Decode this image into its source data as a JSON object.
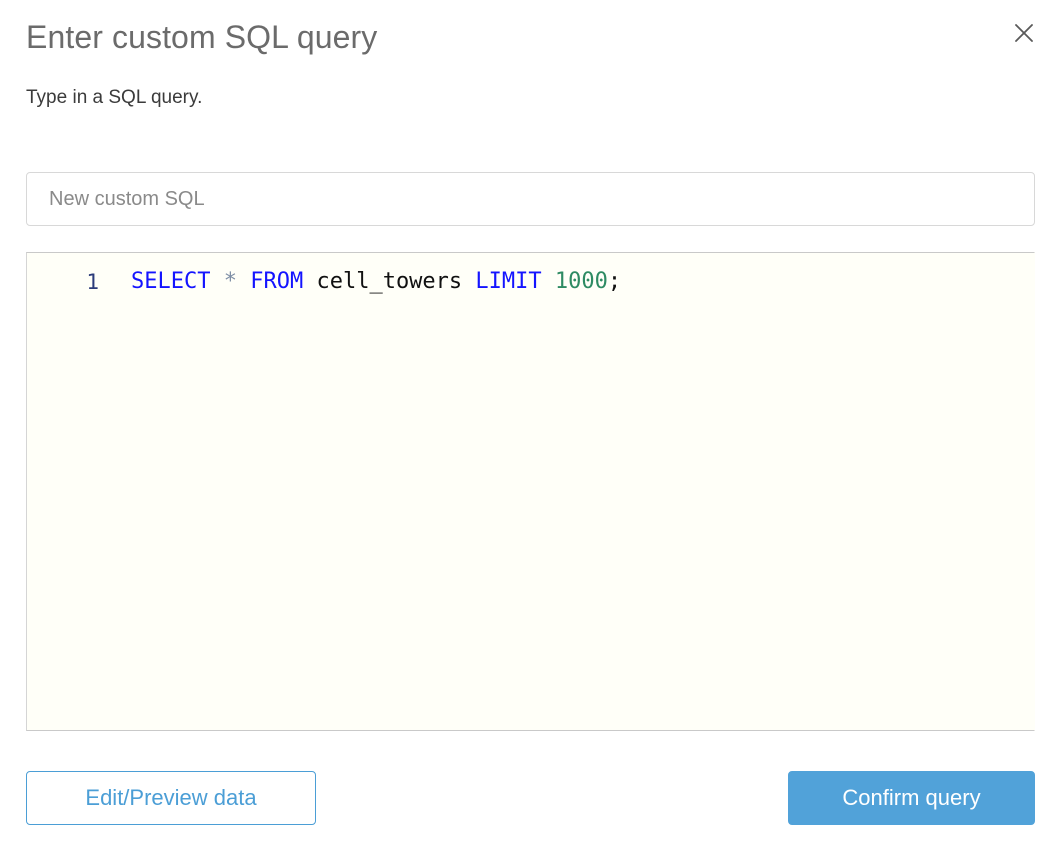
{
  "dialog": {
    "title": "Enter custom SQL query",
    "subtitle": "Type in a SQL query.",
    "close_icon": "close-icon"
  },
  "name_field": {
    "value": "New custom SQL",
    "placeholder": "New custom SQL"
  },
  "editor": {
    "line_number": "1",
    "query": "SELECT * FROM cell_towers LIMIT 1000;",
    "tokens": [
      {
        "text": "SELECT",
        "type": "keyword"
      },
      {
        "text": " ",
        "type": "plain"
      },
      {
        "text": "*",
        "type": "operator"
      },
      {
        "text": " ",
        "type": "plain"
      },
      {
        "text": "FROM",
        "type": "keyword"
      },
      {
        "text": " ",
        "type": "plain"
      },
      {
        "text": "cell_towers",
        "type": "ident"
      },
      {
        "text": " ",
        "type": "plain"
      },
      {
        "text": "LIMIT",
        "type": "keyword"
      },
      {
        "text": " ",
        "type": "plain"
      },
      {
        "text": "1000",
        "type": "number"
      },
      {
        "text": ";",
        "type": "punct"
      }
    ],
    "parts": {
      "select": "SELECT",
      "star": "*",
      "from": "FROM",
      "table": "cell_towers",
      "limit": "LIMIT",
      "count": "1000",
      "semicolon": ";",
      "sp": " "
    }
  },
  "footer": {
    "secondary_label": "Edit/Preview data",
    "primary_label": "Confirm query"
  },
  "colors": {
    "accent": "#51a2d9",
    "accent_outline": "#4b9ed6",
    "keyword": "#1414ff",
    "number": "#2e8b63",
    "operator": "#7f8fa6",
    "gutter": "#2b3b7a",
    "title": "#6b6b6b",
    "editor_bg": "#fffff8"
  }
}
